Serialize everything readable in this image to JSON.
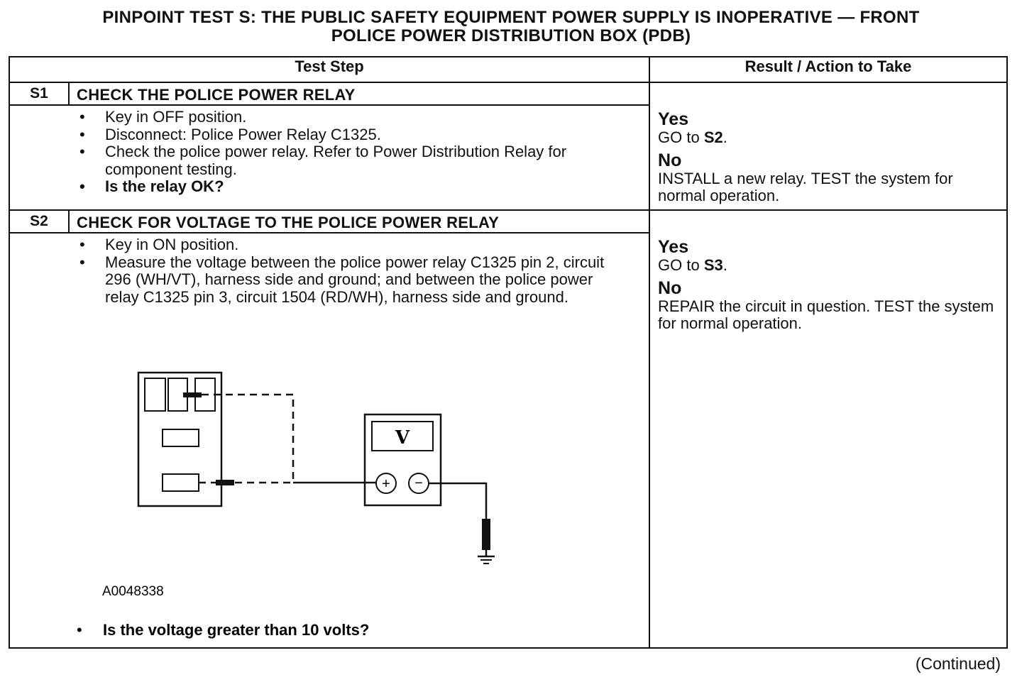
{
  "title": {
    "line1": "PINPOINT TEST  S: THE PUBLIC SAFETY EQUIPMENT POWER SUPPLY IS INOPERATIVE — FRONT",
    "line2": "POLICE POWER DISTRIBUTION BOX (PDB)"
  },
  "table": {
    "col_test_step": "Test Step",
    "col_result": "Result / Action to Take"
  },
  "steps": [
    {
      "id": "S1",
      "heading": "CHECK THE POLICE POWER RELAY",
      "items": [
        "Key in OFF position.",
        "Disconnect: Police Power  Relay C1325.",
        "Check the police power relay. Refer to Power Distribution Relay for component testing.",
        "Is the relay OK?"
      ],
      "yes_label": "Yes",
      "yes_text_pre": "GO to ",
      "yes_target": "S2",
      "yes_text_post": ".",
      "no_label": "No",
      "no_text": "INSTALL a new relay. TEST the system for normal operation."
    },
    {
      "id": "S2",
      "heading": "CHECK FOR VOLTAGE TO THE POLICE POWER RELAY",
      "items": [
        "Key in ON position.",
        "Measure the voltage between the police power relay C1325 pin 2, circuit 296 (WH/VT), harness side and ground; and between the police power relay C1325 pin 3, circuit 1504 (RD/WH), harness side and ground."
      ],
      "figure_id": "A0048338",
      "meter_symbol": "V",
      "meter_plus": "+",
      "meter_minus": "−",
      "question": "Is the voltage greater than 10 volts?",
      "yes_label": "Yes",
      "yes_text_pre": "GO to ",
      "yes_target": "S3",
      "yes_text_post": ".",
      "no_label": "No",
      "no_text": "REPAIR the circuit in question. TEST the system for normal operation."
    }
  ],
  "footer": {
    "continued": "(Continued)"
  }
}
